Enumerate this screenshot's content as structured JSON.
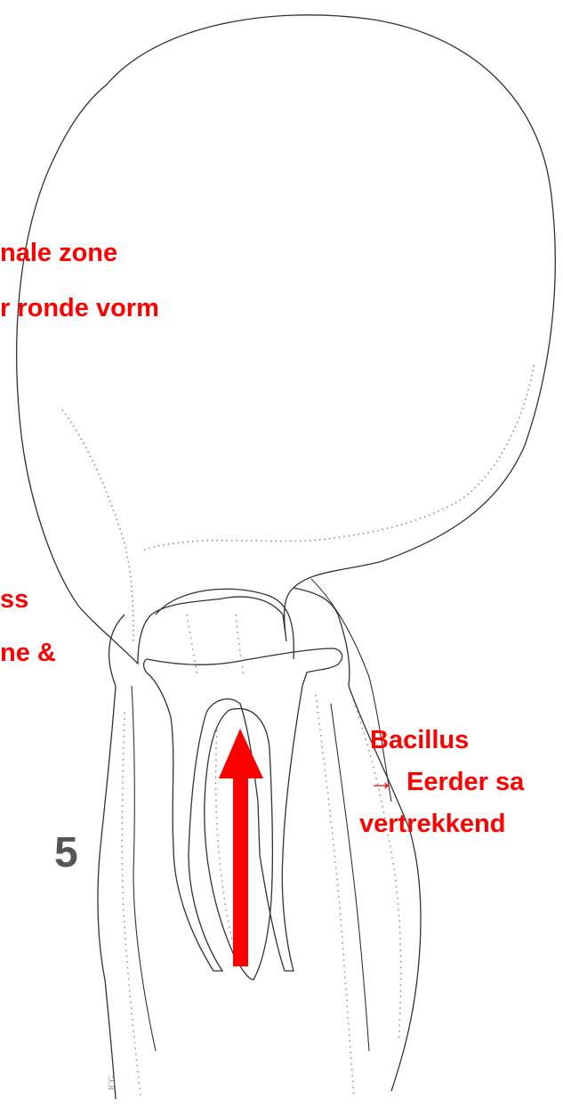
{
  "colors": {
    "annotation": "#ff0000",
    "ink": "#333333",
    "dotted_ink": "#8c8c8c",
    "figure_number": "#555555",
    "arrow": "#ff0000"
  },
  "annotations": {
    "top_line1": "nale zone",
    "top_line2": "r ronde vorm",
    "left_line1": "ss",
    "left_line2": "ne &",
    "bacillus_title": "Bacillus",
    "bacillus_arrow_glyph": "→",
    "bacillus_line2": "Eerder sa",
    "bacillus_line3": "vertrekkend"
  },
  "figure_number": "5",
  "artist_initials": "JCG",
  "arrow_icon": "up-arrow-icon"
}
